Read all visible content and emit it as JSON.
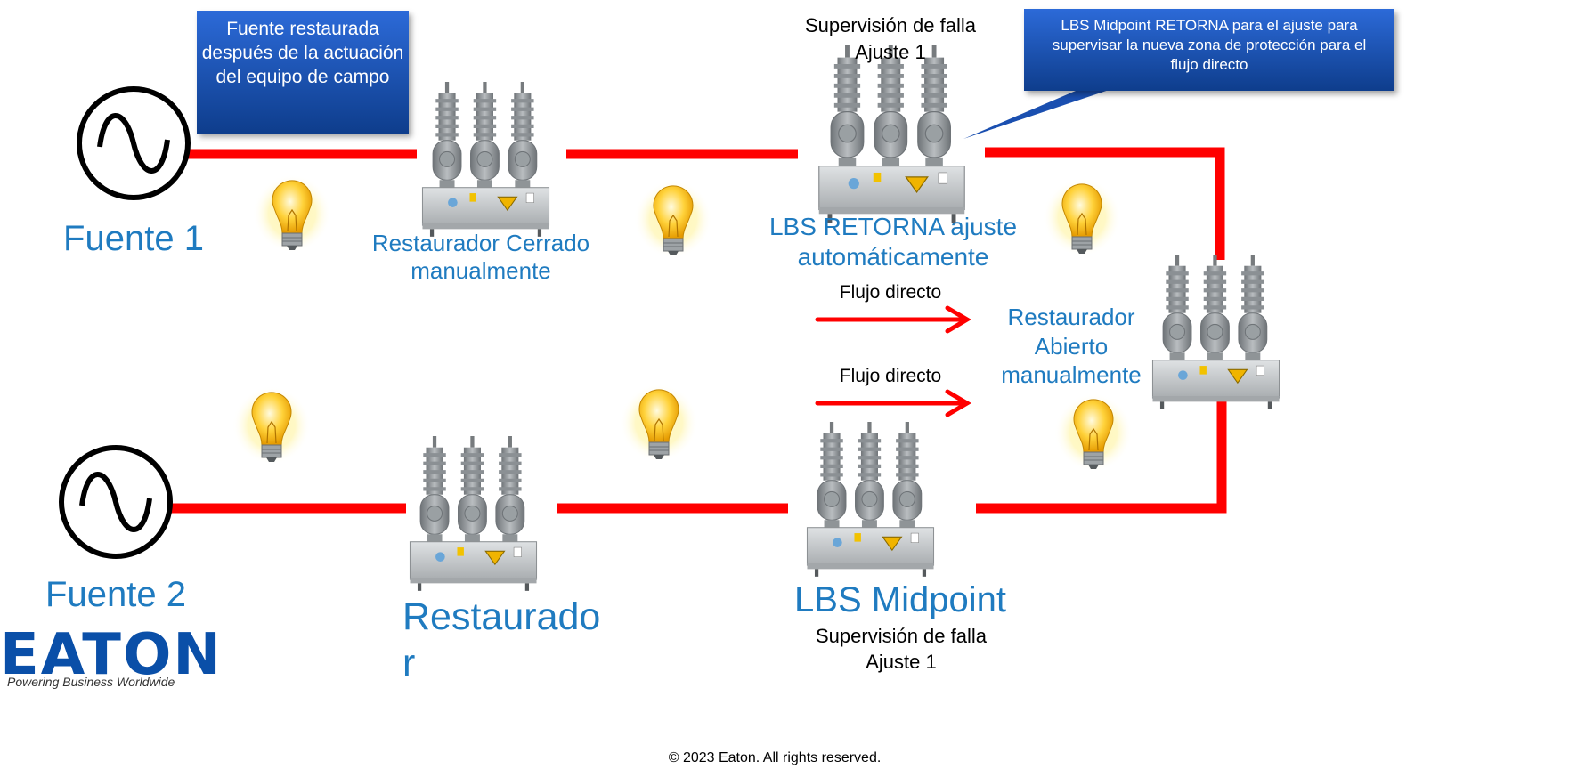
{
  "callouts": {
    "source_restored": "Fuente restaurada después de la actuación del equipo de campo",
    "lbs_midpoint_returns": "LBS Midpoint RETORNA para el ajuste para supervisar la nueva zona de protección para el flujo directo"
  },
  "labels": {
    "fuente1": "Fuente 1",
    "fuente2": "Fuente 2",
    "recloser_closed": "Restaurador Cerrado manualmente",
    "lbs_returns": "LBS RETORNA ajuste automáticamente",
    "recloser_open": "Restaurador Abierto manualmente",
    "recloser2_part1": "Restaurado",
    "recloser2_part2": "r",
    "lbs_midpoint": "LBS Midpoint",
    "fault_supervision_top": "Supervisión de falla",
    "setting_top": "Ajuste 1",
    "fault_supervision_bottom": "Supervisión de falla",
    "setting_bottom": "Ajuste 1",
    "flow_upper": "Flujo directo",
    "flow_lower": "Flujo directo"
  },
  "colors": {
    "line": "#ff0000",
    "label_blue": "#1f7bc0"
  },
  "footer": {
    "copyright": "© 2023 Eaton. All rights reserved.",
    "logo_text": "EATON",
    "logo_tagline": "Powering Business Worldwide"
  }
}
